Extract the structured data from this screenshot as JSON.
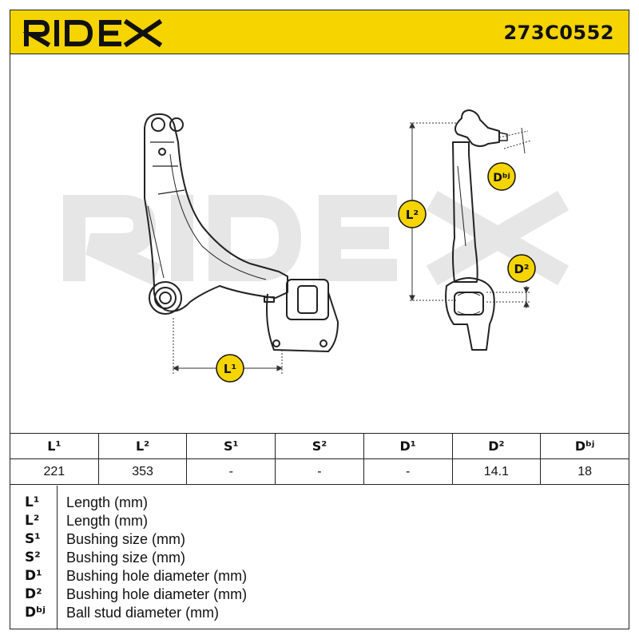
{
  "header": {
    "brand": "RIDEX",
    "part_number": "273C0552"
  },
  "drawing": {
    "watermark": "RIDEX",
    "labels": {
      "l1": "L¹",
      "l2": "L²",
      "d2": "D²",
      "dbj": "Dᵇʲ"
    }
  },
  "table": {
    "headers": [
      "L¹",
      "L²",
      "S¹",
      "S²",
      "D¹",
      "D²",
      "Dᵇʲ"
    ],
    "values": [
      "221",
      "353",
      "-",
      "-",
      "-",
      "14.1",
      "18"
    ]
  },
  "legend": [
    {
      "code": "L¹",
      "desc": "Length (mm)"
    },
    {
      "code": "L²",
      "desc": "Length (mm)"
    },
    {
      "code": "S¹",
      "desc": "Bushing size (mm)"
    },
    {
      "code": "S²",
      "desc": "Bushing size (mm)"
    },
    {
      "code": "D¹",
      "desc": "Bushing hole diameter (mm)"
    },
    {
      "code": "D²",
      "desc": "Bushing hole diameter (mm)"
    },
    {
      "code": "Dᵇʲ",
      "desc": "Ball stud diameter (mm)"
    }
  ],
  "colors": {
    "accent": "#f5d400",
    "ink": "#111111",
    "watermark": "#e6e6e6"
  }
}
